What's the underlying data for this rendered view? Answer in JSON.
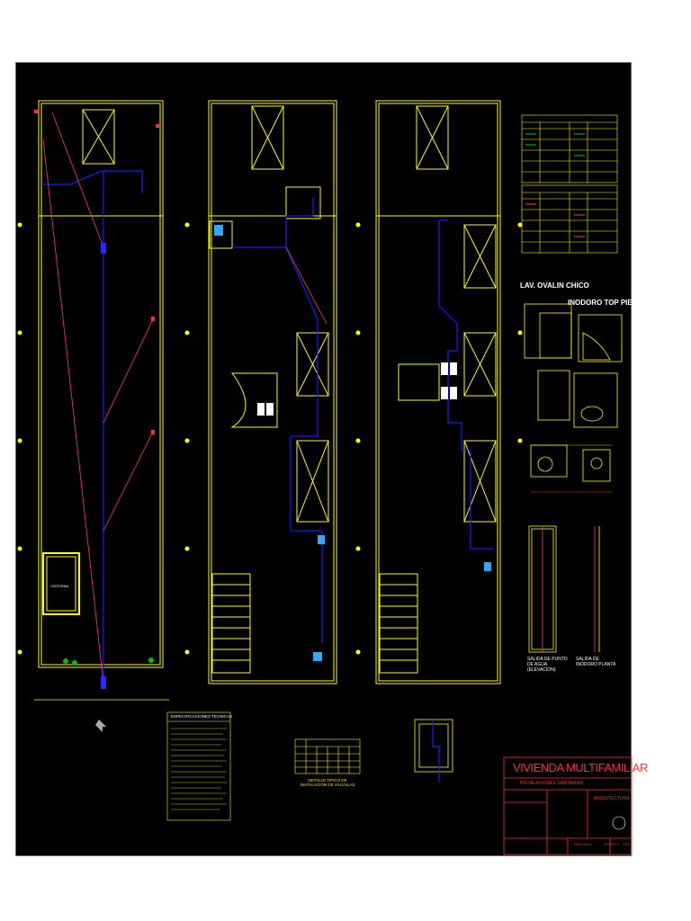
{
  "details": {
    "lav_title": "LAV. OVALIN CHICO",
    "inodoro_title": "INODORO TOP PIECE",
    "salida_title": "SALIDA DE PUNTO DE AGUA (ELEVACION)",
    "salida_planta": "SALIDA DE INODORO PLANTA"
  },
  "plan": {
    "cisterna_label": "CISTERNA",
    "especificaciones_title": "ESPECIFICACIONES TECNICAS",
    "detalle_valvulas": "DETALLE TIPICO DE INSTALACION DE VALVULAS"
  },
  "title_block": {
    "project": "VIVIENDA MULTIFAMILIAR",
    "sheet_title": "INSTALACIONES SANITARIAS",
    "specialty": "ARQUITECTURA",
    "scale": "INDICADA",
    "date": "AGOSTO - 2012"
  },
  "colors": {
    "walls": "#ffff00",
    "water_pipe": "#1a1aff",
    "drain_pipe": "#ff3b6b",
    "green_line": "#00c000",
    "border": "#3a6fd8"
  }
}
